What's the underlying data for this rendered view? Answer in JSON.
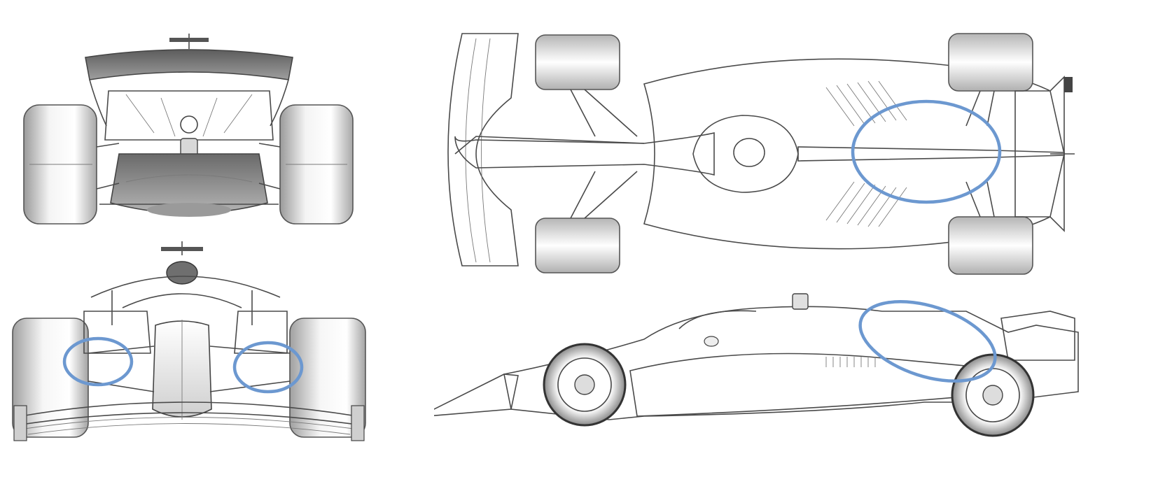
{
  "figure": {
    "views": [
      "rear-view",
      "front-view",
      "top-view",
      "side-view"
    ],
    "highlight_color": "#6c98d0",
    "line_color": "#4a4a4a",
    "shade_color": "#8c8c8c",
    "highlight_count": 4
  }
}
